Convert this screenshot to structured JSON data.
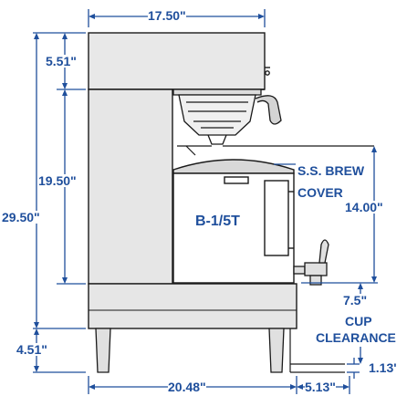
{
  "dimensions": {
    "top_width": "17.50\"",
    "top_height": "5.51\"",
    "mid_height": "19.50\"",
    "total_height": "29.50\"",
    "leg_height": "4.51\"",
    "base_width": "20.48\"",
    "faucet_depth": "5.13\"",
    "faucet_height": "1.13'",
    "server_height": "14.00\"",
    "cup_clearance_value": "7.5\""
  },
  "labels": {
    "brew_cover_line1": "S.S. BREW",
    "brew_cover_line2": "COVER",
    "model": "B-1/5T",
    "cup_line1": "CUP",
    "cup_line2": "CLEARANCE"
  },
  "colors": {
    "dimension": "#1f4f9c",
    "drawing": "#1a1a1a",
    "fill": "#e6e6e6"
  }
}
